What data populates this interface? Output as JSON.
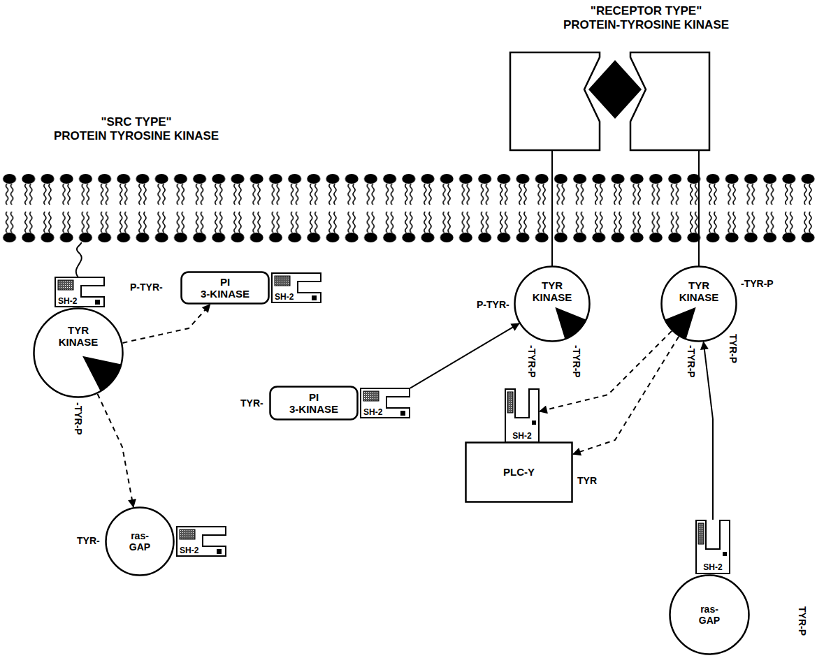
{
  "diagram": {
    "nodes": [
      {
        "text": [
          "SH-2"
        ]
      },
      {
        "text": [
          "TYR KINASE"
        ]
      },
      {
        "text": [
          "PI 3-KINASE"
        ]
      },
      {
        "text": [
          "SH-2"
        ]
      },
      {
        "text": [
          "PI 3-KINASE"
        ]
      },
      {
        "text": [
          "SH-2"
        ]
      },
      {
        "text": [
          "ras- GAP"
        ]
      },
      {
        "text": [
          "SH-2"
        ]
      },
      {
        "text": [
          "TYR KINASE"
        ]
      },
      {
        "text": [
          "TYR KINASE"
        ]
      },
      {
        "text": [
          "SH-2"
        ]
      },
      {
        "text": [
          "PLC-Y"
        ]
      },
      {
        "text": [
          "SH-2"
        ]
      },
      {
        "text": [
          "ras- GAP"
        ]
      }
    ],
    "edges": [
      {
        "from": 1,
        "to": 2,
        "arrow": "to"
      },
      {
        "from": 1,
        "to": 6,
        "arrow": "to"
      },
      {
        "from": 5,
        "to": 8,
        "arrow": "to"
      },
      {
        "from": 9,
        "to": 10,
        "arrow": "to"
      },
      {
        "from": 9,
        "to": 11,
        "arrow": "to"
      },
      {
        "from": 12,
        "to": 9,
        "arrow": "to"
      }
    ],
    "labels": [
      "\"SRC TYPE\" PROTEIN TYROSINE KINASE",
      "\"RECEPTOR TYPE\" PROTEIN-TYROSINE KINASE",
      "P-TYR-",
      "-TYR-P",
      "TYR-",
      "TYR-",
      "P-TYR-",
      "-TYR-P",
      "-TYR-P",
      "-TYR-P",
      "-TYR-P",
      "TYR-P",
      "TYR",
      "TYR-P"
    ]
  }
}
